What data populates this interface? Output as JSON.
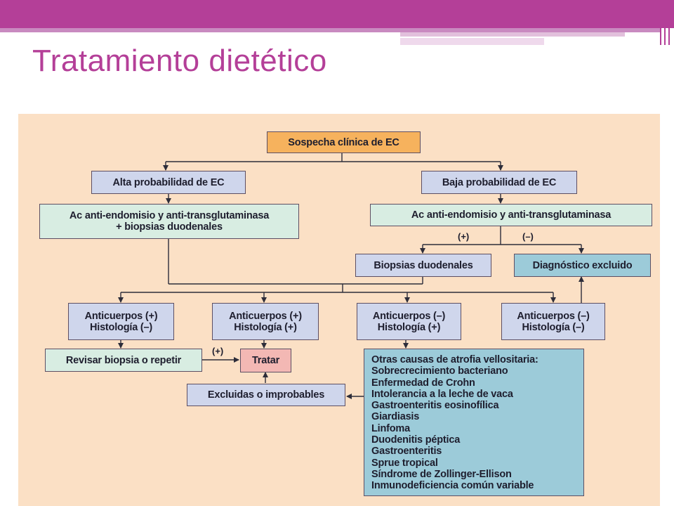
{
  "slide": {
    "title": "Tratamiento dietético",
    "colors": {
      "accent": "#b43f98",
      "panel": "#fbe0c5",
      "start_box": "#f6b25d",
      "lavender_box": "#cfd6ec",
      "mint_box": "#d8ede2",
      "treat_box": "#f3b8b4",
      "blue_box": "#9ccbd9"
    }
  },
  "diagram": {
    "start": "Sospecha clínica de EC",
    "high_prob": "Alta probabilidad de EC",
    "low_prob": "Baja probabilidad de EC",
    "high_tests": "Ac anti-endomisio y anti-transglutaminasa\n+ biopsias duodenales",
    "low_tests": "Ac anti-endomisio y anti-transglutaminasa",
    "pos_label": "(+)",
    "neg_label": "(–)",
    "biopsies": "Biopsias duodenales",
    "excluded": "Diagnóstico excluido",
    "case1": "Anticuerpos (+)\nHistología (–)",
    "case2": "Anticuerpos (+)\nHistología (+)",
    "case3": "Anticuerpos (–)\nHistología (+)",
    "case4": "Anticuerpos (–)\nHistología (–)",
    "review": "Revisar biopsia o repetir",
    "review_pos_label": "(+)",
    "treat": "Tratar",
    "excluded_unlikely": "Excluidas o improbables",
    "other_causes_title": "Otras causas de atrofia vellositaria:",
    "other_causes": [
      "Sobrecrecimiento bacteriano",
      "Enfermedad de Crohn",
      "Intolerancia a la leche de vaca",
      "Gastroenteritis eosinofílica",
      "Giardiasis",
      "Linfoma",
      "Duodenitis péptica",
      "Gastroenteritis",
      "Sprue tropical",
      "Síndrome de Zollinger-Ellison",
      "Inmunodeficiencia común variable"
    ]
  }
}
